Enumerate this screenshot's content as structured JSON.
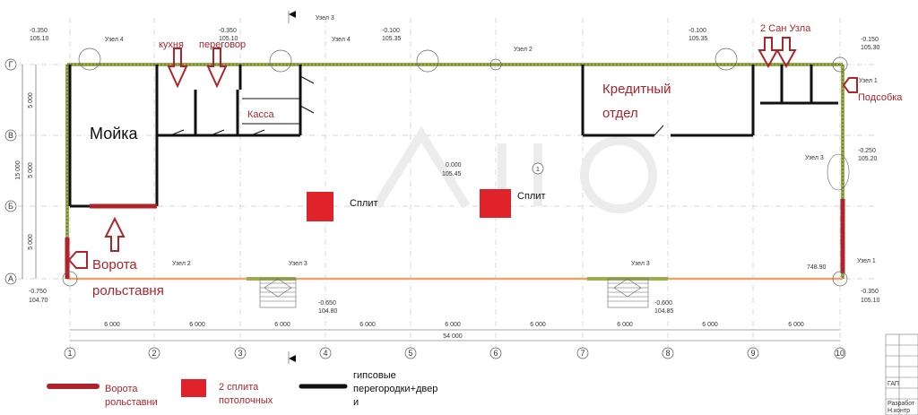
{
  "labels": {
    "moika": "Мойка",
    "kitchen": "кухня",
    "negotiation": "переговор",
    "kassa": "Касса",
    "credit_line1": "Кредитный",
    "credit_line2": "отдел",
    "san": "2 Сан Узла",
    "podsobka": "Подсобка",
    "gate_line1": "Ворота",
    "gate_line2": "рольставня",
    "split1": "Сплит",
    "split2": "Сплит"
  },
  "axes": {
    "columns": [
      "1",
      "2",
      "3",
      "4",
      "5",
      "6",
      "7",
      "8",
      "9",
      "10"
    ],
    "rows": [
      "Г",
      "В",
      "Б",
      "А"
    ],
    "spans": [
      "6 000",
      "6 000",
      "6 000",
      "6 000",
      "6 000",
      "6 000",
      "6 000",
      "6 000",
      "6 000"
    ],
    "total": "54 000",
    "row_spans": [
      "5 000",
      "5 000",
      "5 000"
    ],
    "row_total": "15 000"
  },
  "nodes": {
    "uzel1a": "Узел 1",
    "uzel1b": "Узел 1",
    "uzel2a": "Узел 2",
    "uzel2b": "Узел 2",
    "uzel3a": "Узел 3",
    "uzel3b": "Узел 3",
    "uzel3c": "Узел 3",
    "uzel3d": "Узел 3",
    "uzel4a": "Узел 4",
    "uzel4b": "Узел 4"
  },
  "elevations": {
    "center": "0.000",
    "center2": "105.45",
    "tl1": "-0.350",
    "tl2": "105.10",
    "bl1": "-0.750",
    "bl2": "104.70",
    "top2a": "-0.350",
    "top2b": "105.10",
    "top3a": "-0.100",
    "top3b": "105.35",
    "top4a": "-0.100",
    "top4b": "105.35",
    "tr1": "-0.150",
    "tr2": "105.30",
    "r1": "-0.250",
    "r2": "105.20",
    "br1": "-0.350",
    "br2": "105.10",
    "bm1a": "-0.650",
    "bm1b": "104.80",
    "bm2a": "-0.600",
    "bm2b": "104.85",
    "circle1": "1",
    "dim748": "748.90"
  },
  "legend": {
    "gate_line1": "Ворота",
    "gate_line2": "рольставни",
    "split_line1": "2 сплита",
    "split_line2": "потолочных",
    "walls_line1": "гипсовые",
    "walls_line2": "перегородки+двер",
    "walls_line3": "и"
  },
  "stamp": {
    "razrab": "Разработ",
    "nkontr": "Н.контр",
    "gap": "ГАП"
  },
  "colors": {
    "accent_red": "#b0232a",
    "wall_green": "#9aaf4a",
    "wall_orange": "#e7a56b"
  }
}
